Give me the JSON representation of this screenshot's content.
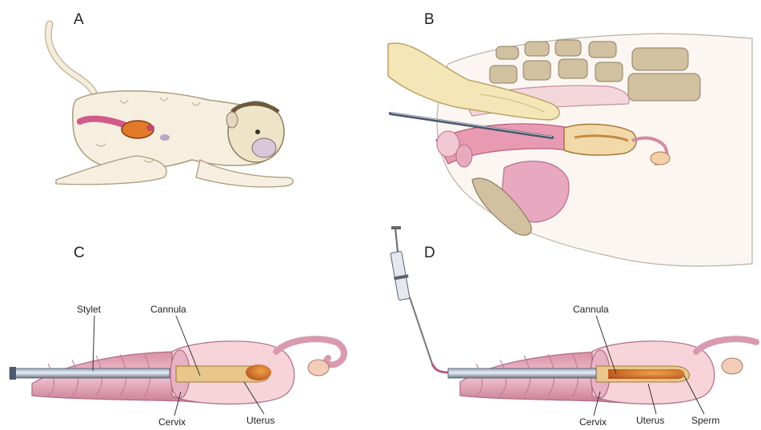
{
  "panels": {
    "a": {
      "letter": "A"
    },
    "b": {
      "letter": "B"
    },
    "c": {
      "letter": "C",
      "labels": {
        "stylet": "Stylet",
        "cannula": "Cannula",
        "cervix": "Cervix",
        "uterus": "Uterus"
      }
    },
    "d": {
      "letter": "D",
      "labels": {
        "cannula": "Cannula",
        "cervix": "Cervix",
        "uterus": "Uterus",
        "sperm": "Sperm"
      }
    }
  }
}
